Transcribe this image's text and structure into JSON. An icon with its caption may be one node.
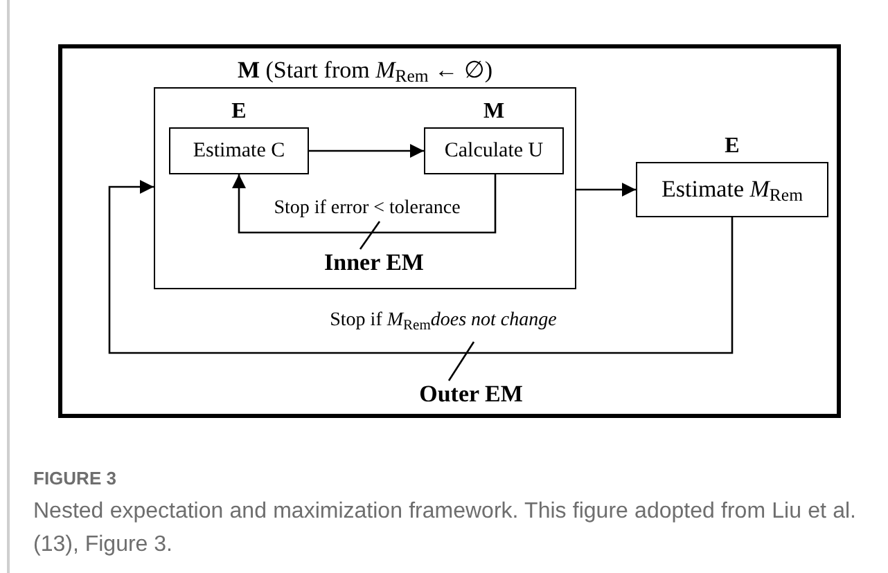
{
  "diagram": {
    "caption": "Nested expectation and maximization framework. This figure adopted from Liu et al. (13), Figure 3.",
    "nodes": [
      {
        "text": [
          "**M** (Start from *M*$_{Rem}$ ← ∅)"
        ]
      },
      {
        "text": [
          "E",
          "Estimate C"
        ],
        "in": 0
      },
      {
        "text": [
          "M",
          "Calculate U"
        ],
        "in": 0
      },
      {
        "text": [
          "E",
          "Estimate *M*$_{Rem}$"
        ]
      },
      {
        "text": [
          "Inner EM"
        ],
        "in": 0
      },
      {
        "text": [
          "Outer EM"
        ]
      }
    ],
    "edges": [
      {
        "from": 1,
        "to": 2,
        "arrow": "to"
      },
      {
        "from": 2,
        "to": 1,
        "arrow": "to",
        "label": "Stop if error < tolerance"
      },
      {
        "from": 0,
        "to": 3,
        "arrow": "to"
      },
      {
        "from": 3,
        "to": 0,
        "arrow": "to",
        "label": "Stop if *M*$_{Rem}$*does not change*"
      },
      {
        "from": 4,
        "to": null,
        "arrow": "none"
      },
      {
        "from": 5,
        "to": null,
        "arrow": "none"
      }
    ],
    "labels": [
      "FIGURE 3"
    ]
  }
}
